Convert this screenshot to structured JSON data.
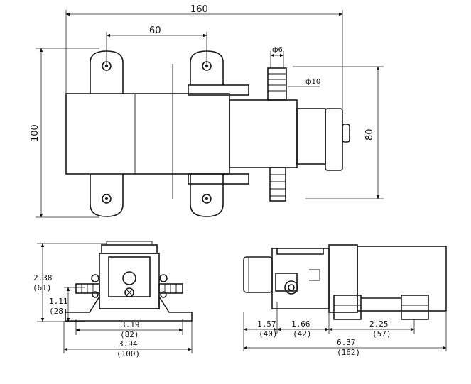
{
  "top_view": {
    "dim_overall_width": "160",
    "dim_mount_spacing": "60",
    "dim_overall_height": "100",
    "dim_body_height": "80",
    "dim_port_small": "ф6",
    "dim_port_large": "ф10"
  },
  "end_view": {
    "dim_height_total": "2.38",
    "dim_height_total_mm": "(61)",
    "dim_height_port": "1.11",
    "dim_height_port_mm": "(28)",
    "dim_width_inner": "3.19",
    "dim_width_inner_mm": "(82)",
    "dim_width_outer": "3.94",
    "dim_width_outer_mm": "(100)"
  },
  "side_view": {
    "dim_a": "1.57",
    "dim_a_mm": "(40)",
    "dim_b": "1.66",
    "dim_b_mm": "(42)",
    "dim_c": "2.25",
    "dim_c_mm": "(57)",
    "dim_total": "6.37",
    "dim_total_mm": "(162)"
  }
}
